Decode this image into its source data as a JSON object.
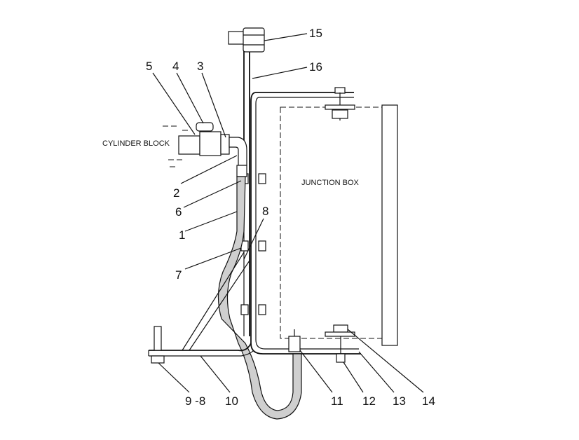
{
  "labels": {
    "cylinder_block": "CYLINDER BLOCK",
    "junction_box": "JUNCTION BOX"
  },
  "callouts": {
    "c1": "1",
    "c2": "2",
    "c3": "3",
    "c4": "4",
    "c5": "5",
    "c6": "6",
    "c7": "7",
    "c8": "8",
    "c9_8": "9 -8",
    "c10": "10",
    "c11": "11",
    "c12": "12",
    "c13": "13",
    "c14": "14",
    "c15": "15",
    "c16": "16"
  }
}
